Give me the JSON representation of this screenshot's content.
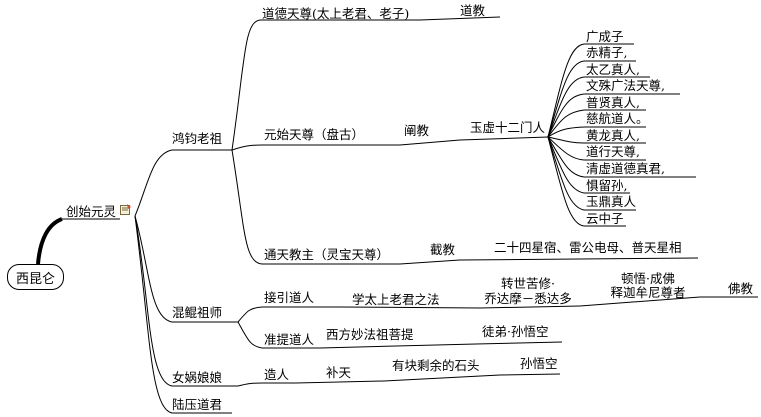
{
  "root": "西昆仑",
  "l1": "创始元灵",
  "hongjun": {
    "name": "鸿钧老祖",
    "daode": {
      "name": "道德天尊(太上老君、老子)",
      "sect": "道教"
    },
    "yuanshi": {
      "name": "元始天尊（盘古）",
      "sect": "阐教",
      "group": "玉虚十二门人",
      "disciples": [
        "广成子",
        "赤精子,",
        "太乙真人,",
        "文殊广法天尊,",
        "普贤真人,",
        "慈航道人。",
        "黄龙真人,",
        "道行天尊,",
        "清虚道德真君,",
        "惧留孙,",
        "玉鼎真人",
        "云中子"
      ]
    },
    "tongtian": {
      "name": "通天教主（灵宝天尊）",
      "sect": "截教",
      "members": "二十四星宿、雷公电母、普天星相"
    }
  },
  "hunkun": {
    "name": "混鲲祖师",
    "jieyin": {
      "name": "接引道人",
      "learn": "学太上老君之法",
      "path1": "转世苦修·",
      "path2": "乔达摩－悉达多",
      "result1": "顿悟·成佛",
      "result2": "释迦牟尼尊者",
      "religion": "佛教"
    },
    "zhunti": {
      "name": "准提道人",
      "dharma": "西方妙法祖菩提",
      "disciple": "徒弟·孙悟空"
    }
  },
  "nuwa": {
    "name": "女娲娘娘",
    "act": "造人",
    "mend": "补天",
    "stone": "有块剩余的石头",
    "monkey": "孙悟空"
  },
  "luya": "陆压道君",
  "icons": {
    "note": "note-icon"
  }
}
